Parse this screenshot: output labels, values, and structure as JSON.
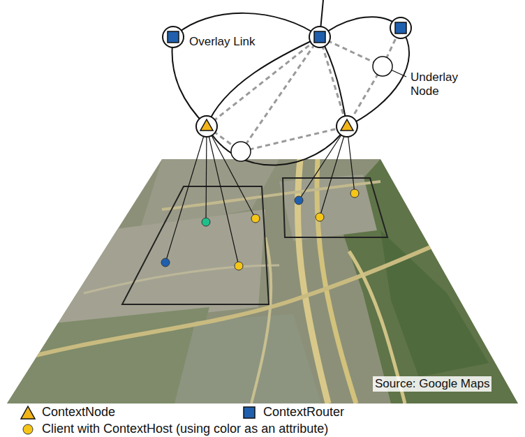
{
  "diagram": {
    "labels": [
      "Overlay Link",
      "Underlay Node",
      "Source: Google Maps"
    ],
    "legend": [
      {
        "text": "ContextNode"
      },
      {
        "text": "ContextRouter"
      },
      {
        "text": "Client with ContextHost (using color as an attribute)"
      }
    ]
  }
}
